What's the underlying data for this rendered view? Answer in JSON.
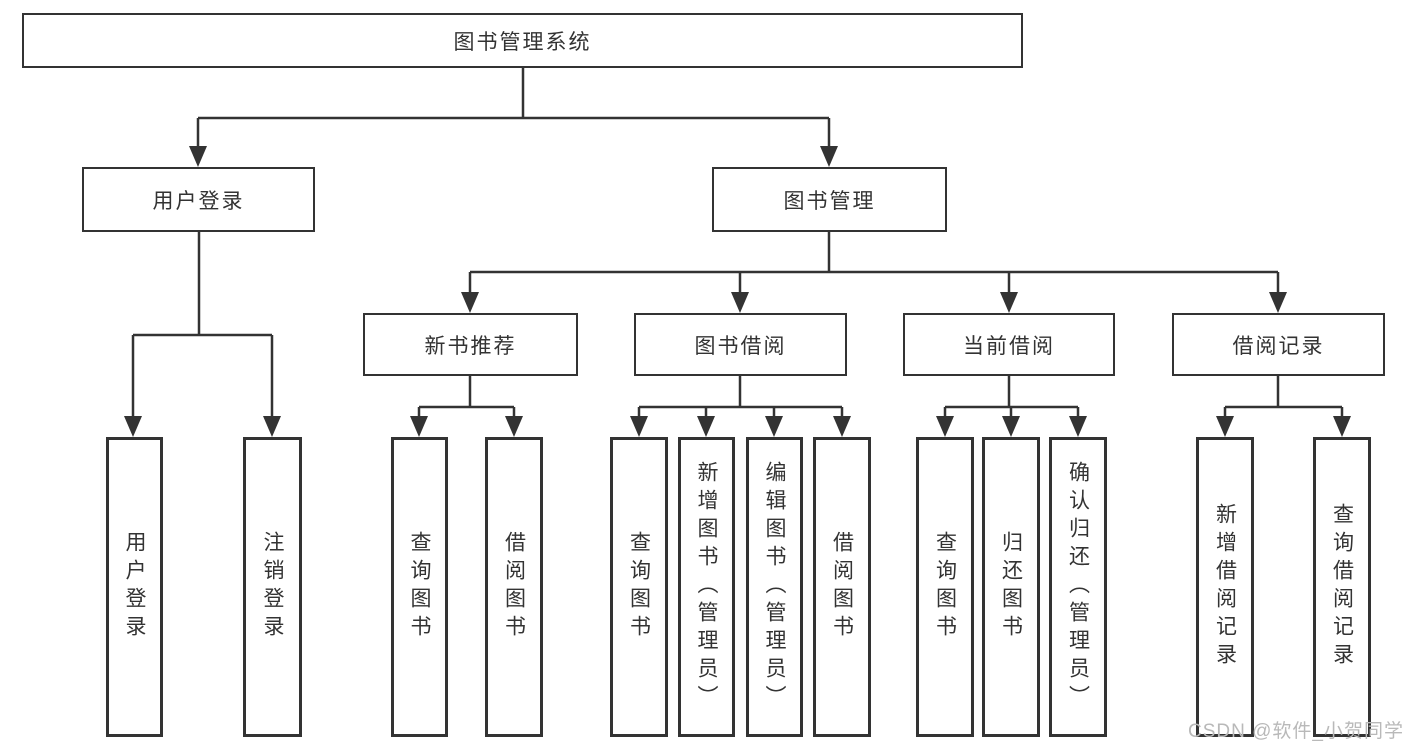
{
  "diagram": {
    "root": {
      "label": "图书管理系统"
    },
    "branches": [
      {
        "label": "用户登录",
        "children": [
          {
            "label": "用户登录"
          },
          {
            "label": "注销登录"
          }
        ]
      },
      {
        "label": "图书管理",
        "children": [
          {
            "label": "新书推荐",
            "children": [
              {
                "label": "查询图书"
              },
              {
                "label": "借阅图书"
              }
            ]
          },
          {
            "label": "图书借阅",
            "children": [
              {
                "label": "查询图书"
              },
              {
                "label": "新增图书（管理员）"
              },
              {
                "label": "编辑图书（管理员）"
              },
              {
                "label": "借阅图书"
              }
            ]
          },
          {
            "label": "当前借阅",
            "children": [
              {
                "label": "查询图书"
              },
              {
                "label": "归还图书"
              },
              {
                "label": "确认归还（管理员）"
              }
            ]
          },
          {
            "label": "借阅记录",
            "children": [
              {
                "label": "新增借阅记录"
              },
              {
                "label": "查询借阅记录"
              }
            ]
          }
        ]
      }
    ]
  },
  "watermark": {
    "text": "CSDN @软件_小贺同学"
  },
  "colors": {
    "line": "#333333",
    "box_border": "#333333",
    "text": "#333333",
    "watermark_text": "#b9b9b9",
    "background": "#ffffff"
  }
}
